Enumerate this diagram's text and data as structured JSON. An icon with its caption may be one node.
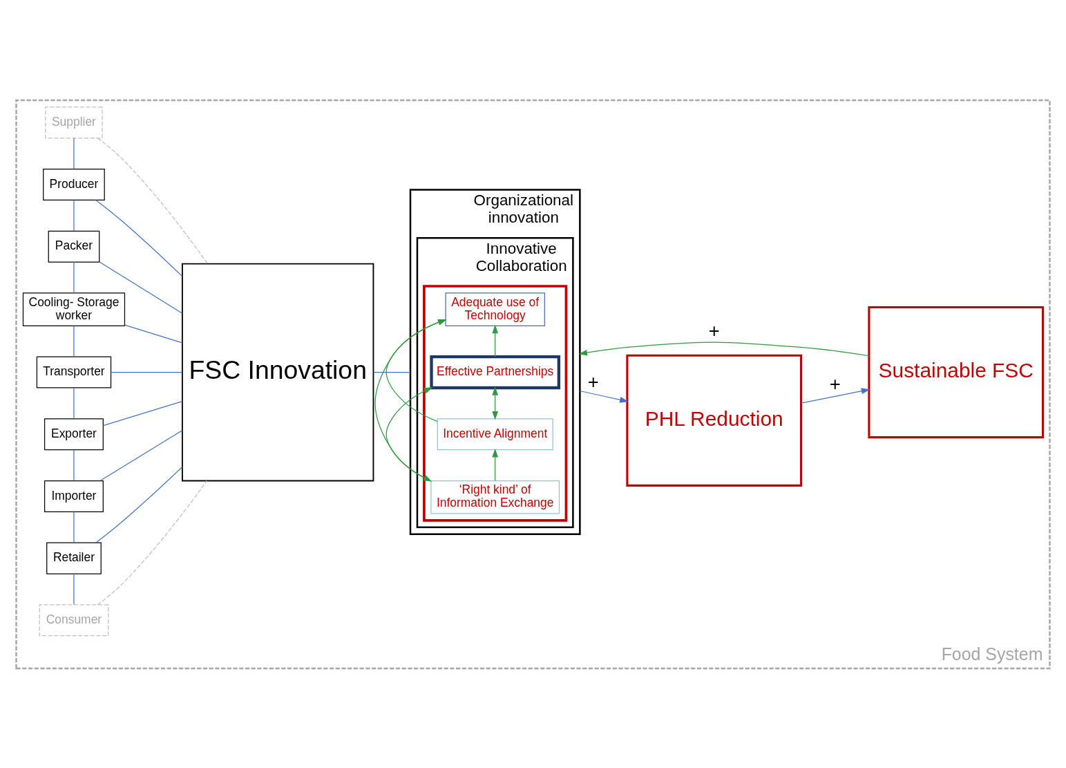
{
  "diagram": {
    "nodes": [
      {
        "text": [
          "Food System"
        ]
      },
      {
        "text": [
          "Consumer"
        ],
        "in": 0
      },
      {
        "text": [
          "Retailer"
        ],
        "in": 0
      },
      {
        "text": [
          "Importer"
        ],
        "in": 0
      },
      {
        "text": [
          "Exporter"
        ],
        "in": 0
      },
      {
        "text": [
          "Transporter"
        ],
        "in": 0
      },
      {
        "text": [
          "Cooling- Storage worker"
        ],
        "in": 0
      },
      {
        "text": [
          "Packer"
        ],
        "in": 0
      },
      {
        "text": [
          "Producer"
        ],
        "in": 0
      },
      {
        "text": [
          "Supplier"
        ],
        "in": 0
      },
      {
        "text": [
          "FSC Innovation"
        ],
        "in": 0
      },
      {
        "text": [
          "Organizational innovation"
        ],
        "in": 0
      },
      {
        "text": [
          "Innovative Collaboration"
        ],
        "in": 11
      },
      {
        "text": [],
        "shape": "box",
        "in": 12
      },
      {
        "text": [
          "‘Right kind’ of Information Exchange"
        ],
        "in": 13
      },
      {
        "text": [
          "Incentive Alignment"
        ],
        "in": 13
      },
      {
        "text": [
          "Effective Partnerships"
        ],
        "in": 13
      },
      {
        "text": [
          "Adequate use of Technology"
        ],
        "in": 13
      },
      {
        "text": [
          "PHL Reduction"
        ],
        "in": 0
      },
      {
        "text": [
          "Sustainable FSC"
        ],
        "in": 0
      }
    ],
    "edges": [
      {
        "from": 1,
        "to": 2,
        "arrow": "none"
      },
      {
        "from": 2,
        "to": 3,
        "arrow": "none"
      },
      {
        "from": 3,
        "to": 4,
        "arrow": "none"
      },
      {
        "from": 4,
        "to": 5,
        "arrow": "none"
      },
      {
        "from": 5,
        "to": 6,
        "arrow": "none"
      },
      {
        "from": 6,
        "to": 7,
        "arrow": "none"
      },
      {
        "from": 7,
        "to": 8,
        "arrow": "none"
      },
      {
        "from": 8,
        "to": 9,
        "arrow": "none"
      },
      {
        "from": 1,
        "to": 10,
        "arrow": "none",
        "style": "dashed",
        "color": "#bfbfbf"
      },
      {
        "from": 2,
        "to": 10,
        "arrow": "none"
      },
      {
        "from": 3,
        "to": 10,
        "arrow": "none"
      },
      {
        "from": 4,
        "to": 10,
        "arrow": "none"
      },
      {
        "from": 5,
        "to": 10,
        "arrow": "none"
      },
      {
        "from": 6,
        "to": 10,
        "arrow": "none"
      },
      {
        "from": 7,
        "to": 10,
        "arrow": "none"
      },
      {
        "from": 8,
        "to": 10,
        "arrow": "none"
      },
      {
        "from": 9,
        "to": 10,
        "arrow": "none",
        "style": "dashed",
        "color": "#bfbfbf"
      },
      {
        "from": 10,
        "to": 11,
        "arrow": "none"
      },
      {
        "from": 11,
        "to": 18,
        "arrow": "to",
        "label": "+"
      },
      {
        "from": 18,
        "to": 19,
        "arrow": "to",
        "label": "+"
      },
      {
        "from": 19,
        "to": 11,
        "arrow": "to",
        "label": "+",
        "color": "#2e9a3e"
      },
      {
        "from": 14,
        "to": 16,
        "arrow": "both",
        "color": "#2e9a3e"
      },
      {
        "from": 15,
        "to": 16,
        "arrow": "both",
        "color": "#2e9a3e"
      },
      {
        "from": 14,
        "to": 15,
        "arrow": "to",
        "color": "#2e9a3e"
      },
      {
        "from": 14,
        "to": 17,
        "arrow": "to",
        "color": "#2e9a3e"
      },
      {
        "from": 15,
        "to": 17,
        "arrow": "to",
        "color": "#2e9a3e"
      },
      {
        "from": 16,
        "to": 17,
        "arrow": "to",
        "color": "#2e9a3e"
      }
    ]
  }
}
